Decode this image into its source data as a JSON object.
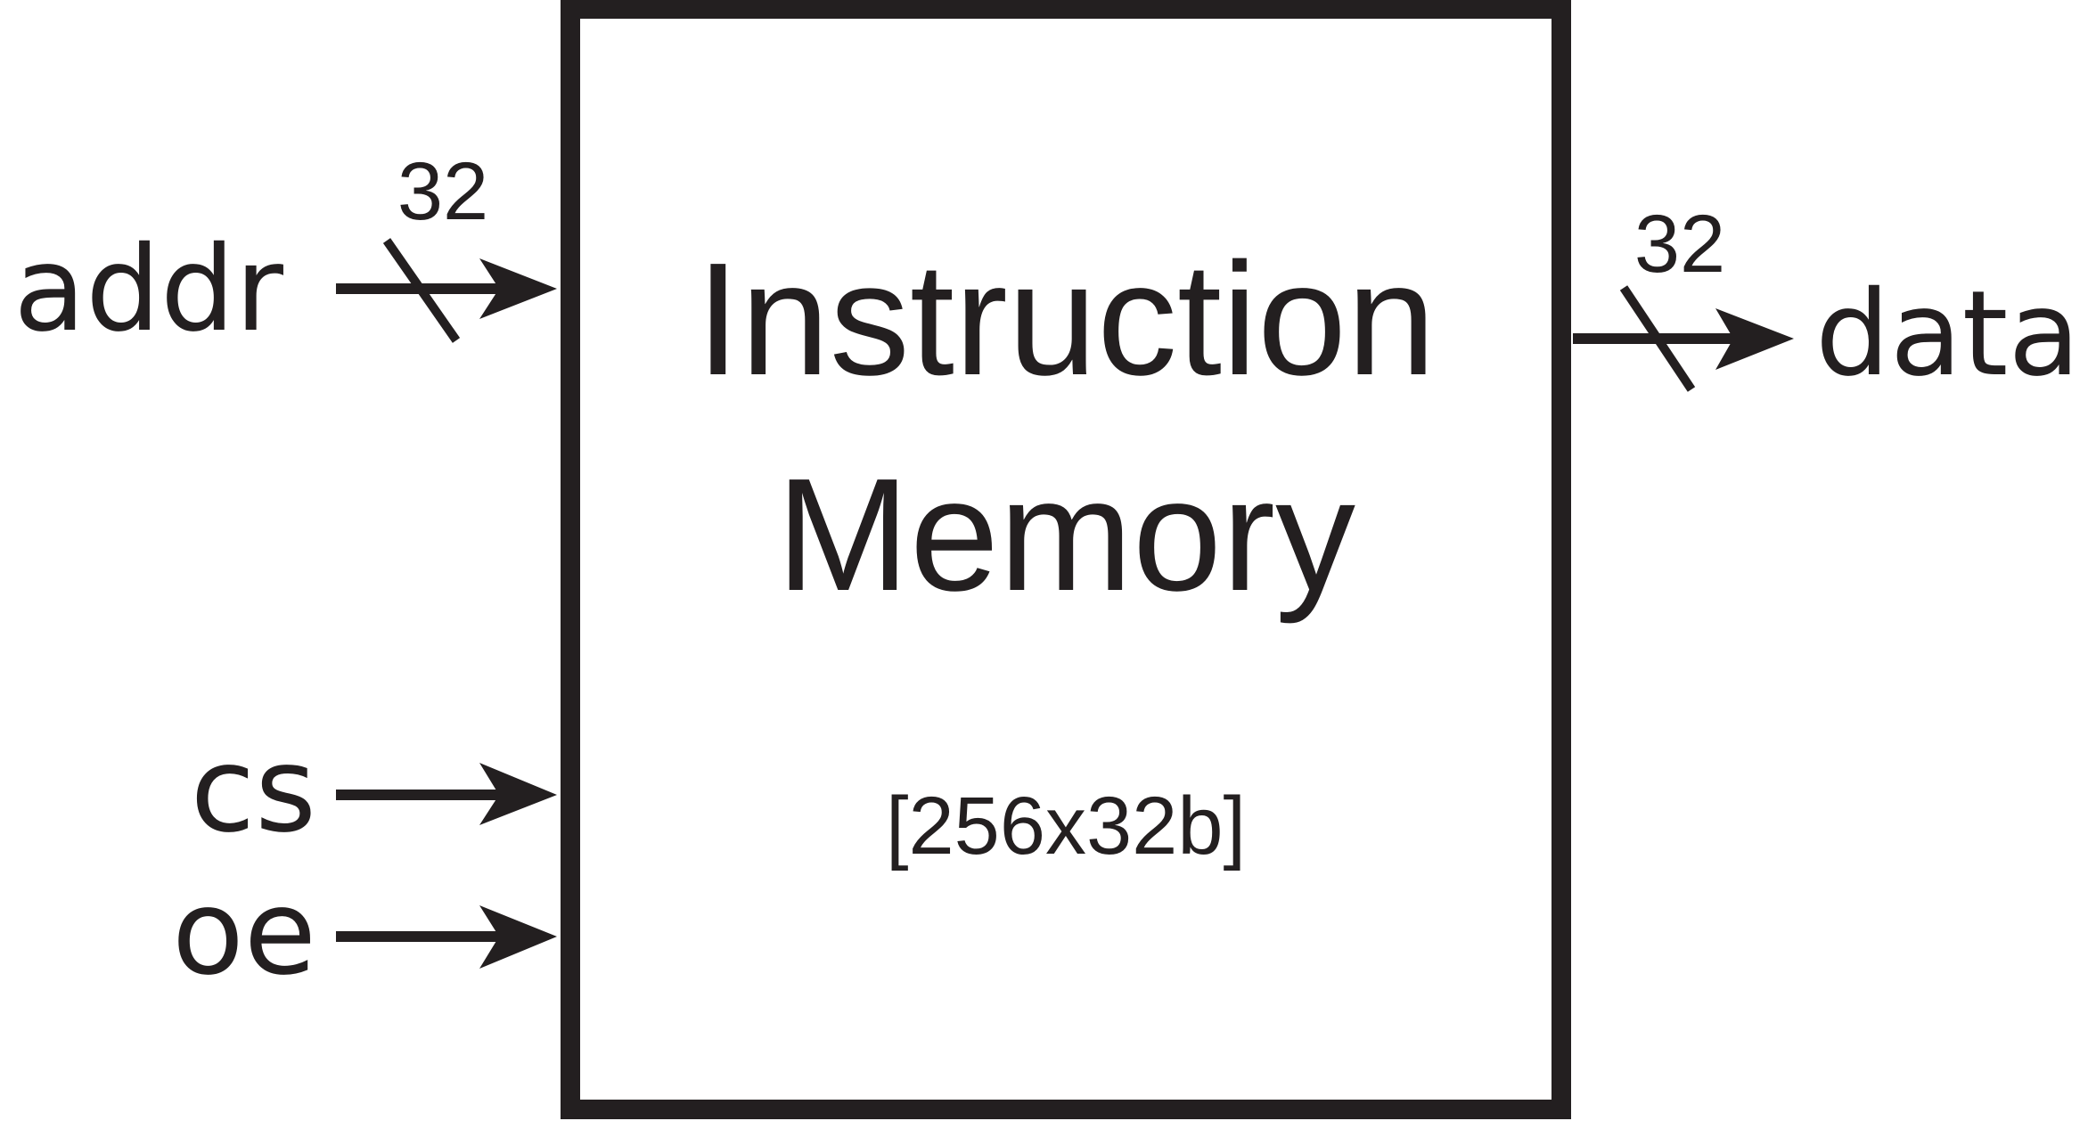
{
  "block": {
    "title_line1": "Instruction",
    "title_line2": "Memory",
    "size_label": "[256x32b]"
  },
  "inputs": {
    "addr": {
      "label": "addr",
      "width": "32"
    },
    "cs": {
      "label": "cs"
    },
    "oe": {
      "label": "oe"
    }
  },
  "outputs": {
    "data": {
      "label": "data",
      "width": "32"
    }
  },
  "colors": {
    "stroke": "#231f20",
    "background": "#ffffff"
  }
}
